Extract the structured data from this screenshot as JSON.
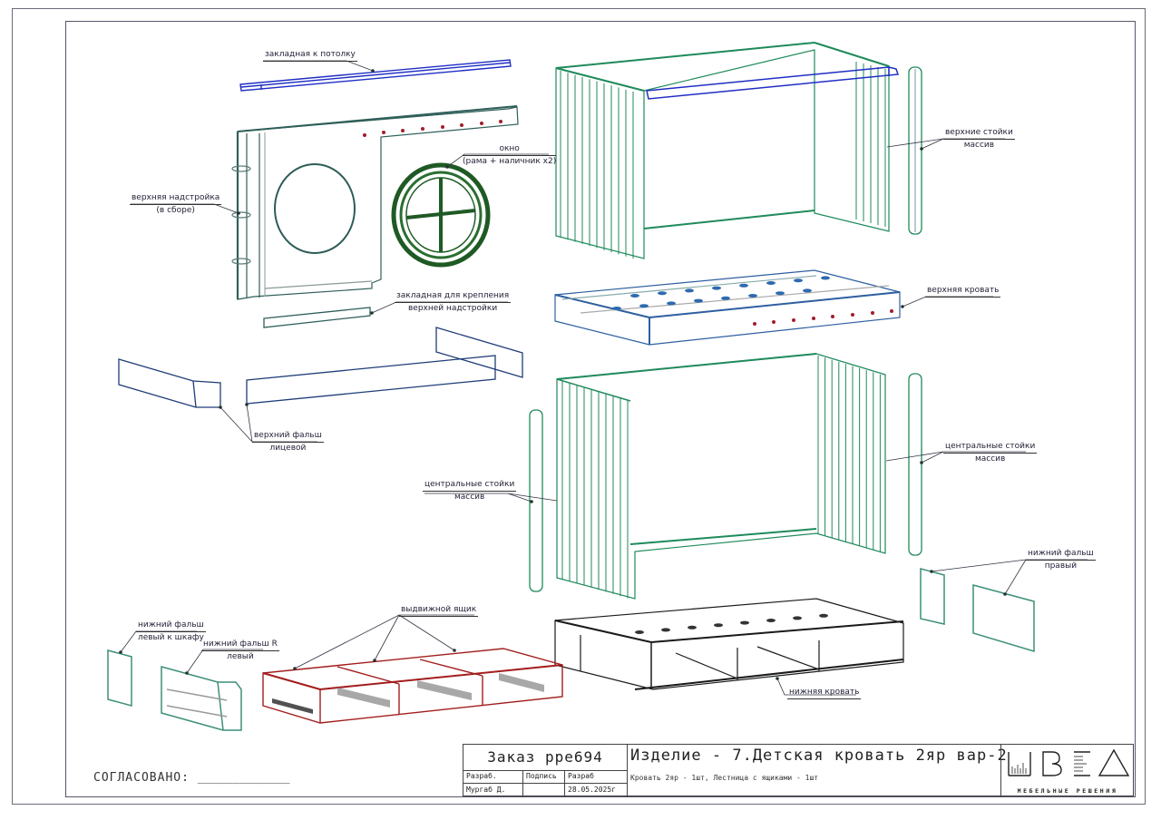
{
  "drawing": {
    "colors": {
      "frame_green": "#1f8a5a",
      "beam_blue": "#1f2ec4",
      "bed_blue": "#2d5fa0",
      "drawer_red": "#a31d1d",
      "lower_bed_black": "#1a1a1a",
      "panel_teal": "#3d8f7a",
      "bolt_red": "#a31d2a",
      "leader": "#333344"
    },
    "callouts": [
      {
        "id": "ceiling-embed",
        "lines": [
          "закладная к потолку"
        ]
      },
      {
        "id": "window",
        "lines": [
          "окно",
          "(рама + наличник x2)"
        ]
      },
      {
        "id": "upper-superstructure",
        "lines": [
          "верхняя надстройка",
          "(в сборе)"
        ]
      },
      {
        "id": "superstructure-embed",
        "lines": [
          "закладная для крепления",
          "верхней надстройки"
        ]
      },
      {
        "id": "upper-front-fascia",
        "lines": [
          "верхний фальш",
          "лицевой"
        ]
      },
      {
        "id": "upper-posts",
        "lines": [
          "верхние стойки",
          "массив"
        ]
      },
      {
        "id": "upper-bed",
        "lines": [
          "верхняя кровать"
        ]
      },
      {
        "id": "central-posts-right",
        "lines": [
          "центральные стойки",
          "массив"
        ]
      },
      {
        "id": "central-posts-left",
        "lines": [
          "центральные стойки",
          "массив"
        ]
      },
      {
        "id": "lower-fascia-right",
        "lines": [
          "нижний фальш",
          "правый"
        ]
      },
      {
        "id": "pull-out-drawer",
        "lines": [
          "выдвижной ящик"
        ]
      },
      {
        "id": "lower-fascia-left-cabinet",
        "lines": [
          "нижний фальш",
          "левый к шкафу"
        ]
      },
      {
        "id": "lower-fascia-r-left",
        "lines": [
          "нижний фальш R",
          "левый"
        ]
      },
      {
        "id": "lower-bed",
        "lines": [
          "нижняя кровать"
        ]
      }
    ]
  },
  "approval": {
    "label": "СОГЛАСОВАНО:",
    "signature_line": "_____________"
  },
  "title_block": {
    "order": "Заказ ppe694",
    "product": "Изделие - 7.Детская кровать 2яр вар-2",
    "description": "Кровать 2яр - 1шт, Лестница с ящиками - 1шт",
    "headers": [
      "Разраб.",
      "Подпись",
      "Разраб"
    ],
    "values": [
      "Мургаб Д.",
      "",
      "28.05.2025г"
    ],
    "logo_text": "МЕБЕЛЬНЫЕ РЕШЕНИЯ"
  }
}
